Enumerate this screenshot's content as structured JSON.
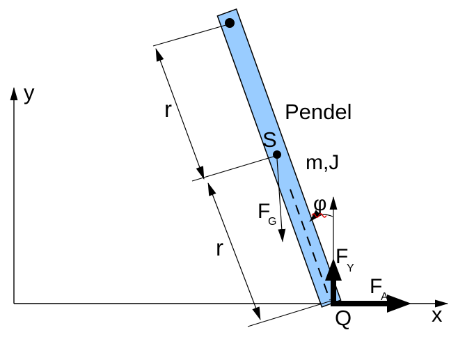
{
  "diagram": {
    "pendulum_label": "Pendel",
    "mass_inertia_label": "m,J",
    "center_of_mass_label": "S",
    "pivot_label": "Q",
    "angle_label": "φ",
    "x_axis_label": "x",
    "y_axis_label": "y",
    "radius_upper_label": "r",
    "radius_lower_label": "r",
    "forces": {
      "gravity": {
        "symbol": "F",
        "subscript": "G"
      },
      "reaction_vertical": {
        "symbol": "F",
        "subscript": "Y"
      },
      "reaction_horizontal": {
        "symbol": "F",
        "subscript": "A"
      }
    },
    "colors": {
      "rod_fill": "#99ccff",
      "outline": "#000000",
      "spellcheck_squiggle": "#e00000"
    }
  }
}
